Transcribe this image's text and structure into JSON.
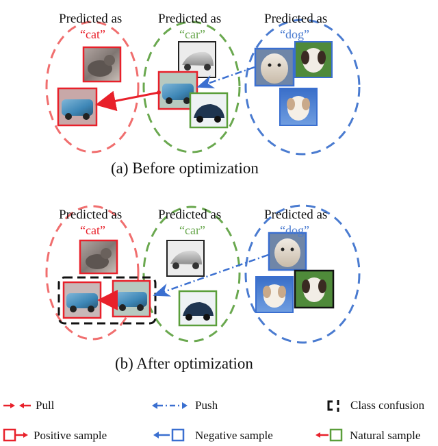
{
  "panels": {
    "before": {
      "caption": "(a) Before optimization",
      "groups": [
        {
          "header": "Predicted as",
          "class": "“cat”"
        },
        {
          "header": "Predicted as",
          "class": "“car”"
        },
        {
          "header": "Predicted as",
          "class": "“dog”"
        }
      ]
    },
    "after": {
      "caption": "(b) After optimization",
      "groups": [
        {
          "header": "Predicted as",
          "class": "“cat”"
        },
        {
          "header": "Predicted as",
          "class": "“car”"
        },
        {
          "header": "Predicted as",
          "class": "“dog”"
        }
      ]
    }
  },
  "legend": {
    "pull": "Pull",
    "push": "Push",
    "class_confusion": "Class confusion",
    "positive_sample": "Positive sample",
    "negative_sample": "Negative sample",
    "natural_sample": "Natural sample"
  },
  "colors": {
    "cat": "#f06e6e",
    "car": "#6aa84f",
    "dog": "#4a7bd0",
    "positive": "#e8202a",
    "negative": "#3a6fd0",
    "natural": "#5a9e3a",
    "confusion": "#111111"
  },
  "icons": {
    "sample_images": [
      "kitten-image",
      "car-image",
      "dog-image"
    ]
  }
}
